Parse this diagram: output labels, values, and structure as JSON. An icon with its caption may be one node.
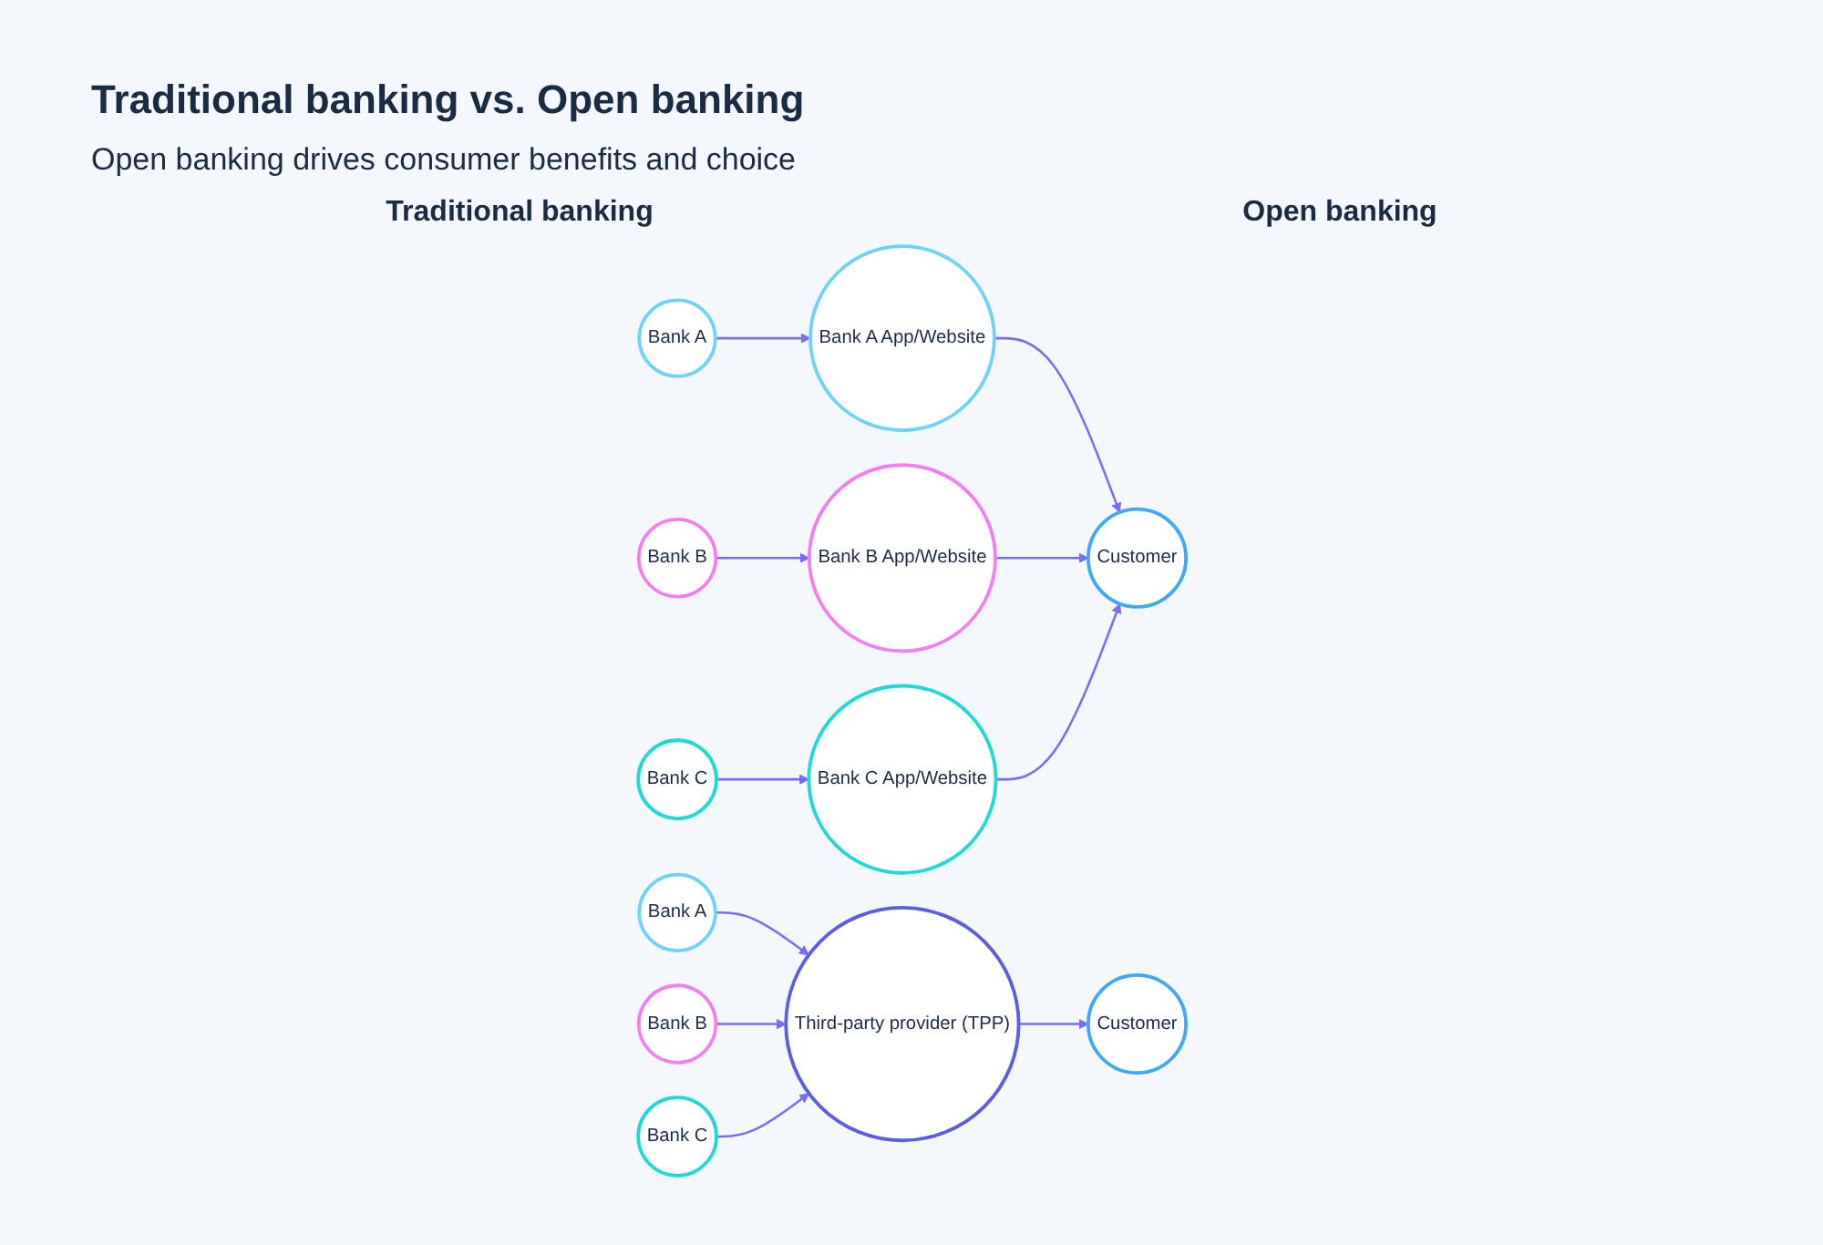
{
  "diagram": {
    "title": "Traditional banking vs. Open banking",
    "nodes": [
      {
        "text": [
          "Bank A"
        ]
      },
      {
        "text": [
          "Bank A App/Website"
        ]
      },
      {
        "text": [
          "Bank B"
        ]
      },
      {
        "text": [
          "Bank B App/Website"
        ]
      },
      {
        "text": [
          "Bank C"
        ]
      },
      {
        "text": [
          "Bank C App/Website"
        ]
      },
      {
        "text": [
          "Customer"
        ]
      },
      {
        "text": [
          "Bank A"
        ]
      },
      {
        "text": [
          "Bank B"
        ]
      },
      {
        "text": [
          "Bank C"
        ]
      },
      {
        "text": [
          "Third-party provider (TPP)"
        ]
      },
      {
        "text": [
          "Customer"
        ]
      }
    ],
    "edges": [
      {
        "from": 0,
        "to": 1,
        "arrow": "to"
      },
      {
        "from": 2,
        "to": 3,
        "arrow": "to"
      },
      {
        "from": 4,
        "to": 5,
        "arrow": "to"
      },
      {
        "from": 1,
        "to": 6,
        "arrow": "to"
      },
      {
        "from": 3,
        "to": 6,
        "arrow": "to"
      },
      {
        "from": 5,
        "to": 6,
        "arrow": "to"
      },
      {
        "from": 7,
        "to": 10,
        "arrow": "to"
      },
      {
        "from": 8,
        "to": 10,
        "arrow": "to"
      },
      {
        "from": 9,
        "to": 10,
        "arrow": "to"
      },
      {
        "from": 10,
        "to": 11,
        "arrow": "to"
      }
    ],
    "labels": [
      "Open banking drives consumer benefits and choice",
      "Traditional banking",
      "Open banking"
    ]
  }
}
